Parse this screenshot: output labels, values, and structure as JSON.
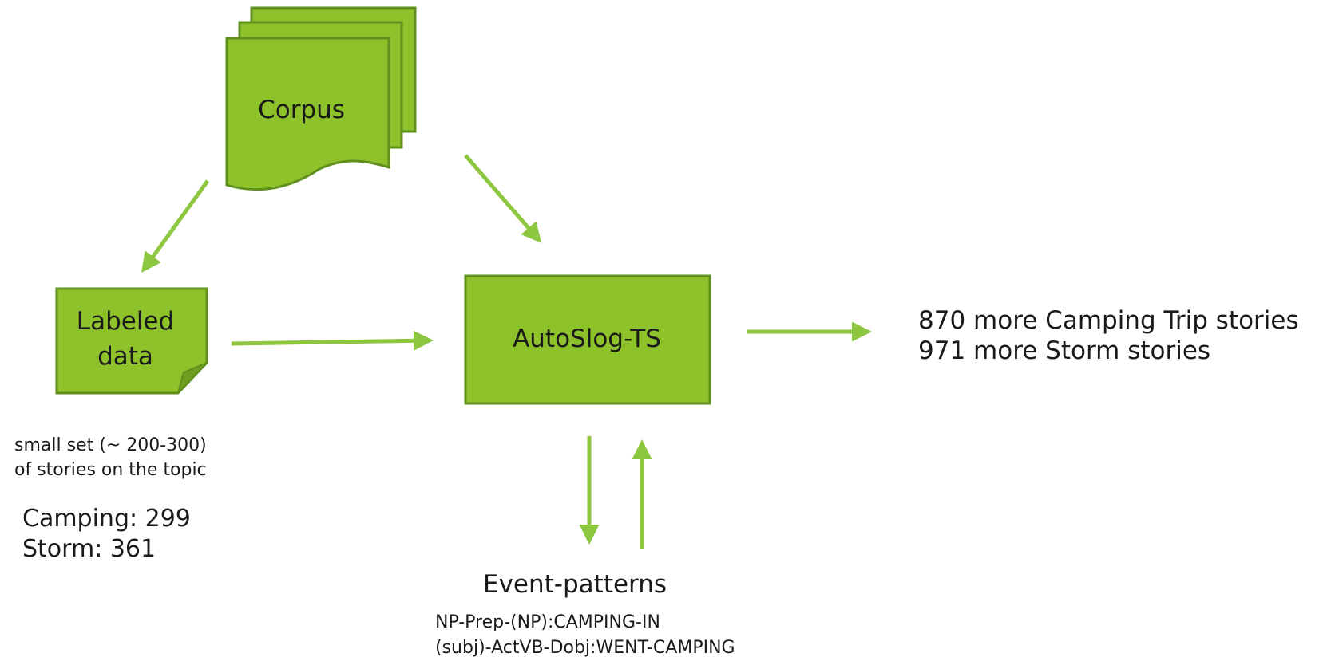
{
  "nodes": {
    "corpus": "Corpus",
    "labeled_data": [
      "Labeled",
      "data"
    ],
    "autoslog": "AutoSlog-TS"
  },
  "labeled_description": [
    "small set (~ 200-300)",
    "of stories on the topic"
  ],
  "counts": [
    "Camping: 299",
    "Storm: 361"
  ],
  "output": [
    "870 more Camping Trip stories",
    "971 more Storm stories"
  ],
  "event_patterns": {
    "title": "Event-patterns",
    "items": [
      "NP-Prep-(NP):CAMPING-IN",
      "(subj)-ActVB-Dobj:WENT-CAMPING"
    ]
  },
  "colors": {
    "node_fill": "#8dc22b",
    "node_border": "#5f8f1c",
    "arrow": "#8dc63f"
  }
}
